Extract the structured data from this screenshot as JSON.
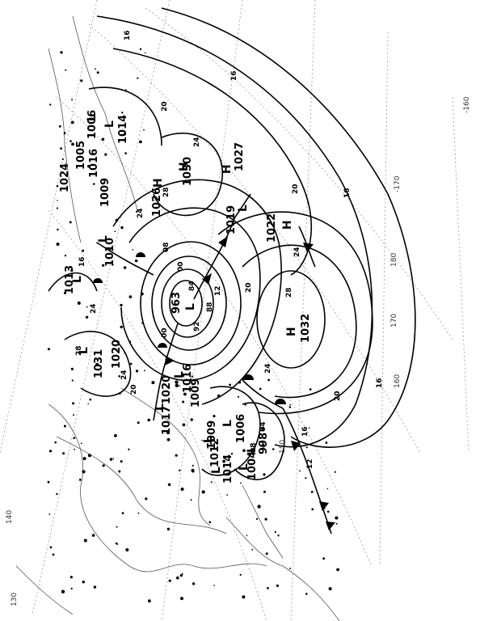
{
  "map": {
    "longitude_ticks": [
      "130",
      "140",
      "150",
      "160",
      "170",
      "180",
      "-170",
      "-160"
    ],
    "pressure_centres": [
      {
        "type": "L",
        "value": "963"
      },
      {
        "type": "H",
        "value": "1032"
      },
      {
        "type": "H",
        "value": "1030"
      },
      {
        "type": "H",
        "value": "1027"
      },
      {
        "type": "H",
        "value": "1022"
      },
      {
        "type": "L",
        "value": "1031"
      },
      {
        "type": "L",
        "value": "1020"
      },
      {
        "type": "L",
        "value": "1016"
      },
      {
        "type": "L",
        "value": "1009"
      },
      {
        "type": "L",
        "value": "1014"
      },
      {
        "type": "L",
        "value": "998"
      },
      {
        "type": "L",
        "value": "1004"
      },
      {
        "type": "L",
        "value": "1006"
      },
      {
        "type": "L",
        "value": "1019"
      },
      {
        "type": "H",
        "value": "1026"
      },
      {
        "type": "L",
        "value": "1013"
      },
      {
        "type": "L",
        "value": "1010"
      },
      {
        "type": "L",
        "value": "1014"
      },
      {
        "type": "L",
        "value": "1006"
      }
    ],
    "pressure_labels": [
      "1024",
      "1005",
      "1009",
      "1009",
      "1012",
      "1016",
      "1020",
      "1017"
    ],
    "isobar_labels": [
      "16",
      "16",
      "16",
      "16",
      "16",
      "16",
      "20",
      "20",
      "20",
      "20",
      "20",
      "24",
      "24",
      "24",
      "24",
      "24",
      "24",
      "28",
      "28",
      "28",
      "12",
      "12",
      "08",
      "08",
      "04",
      "00",
      "92",
      "88",
      "84",
      "00"
    ]
  }
}
